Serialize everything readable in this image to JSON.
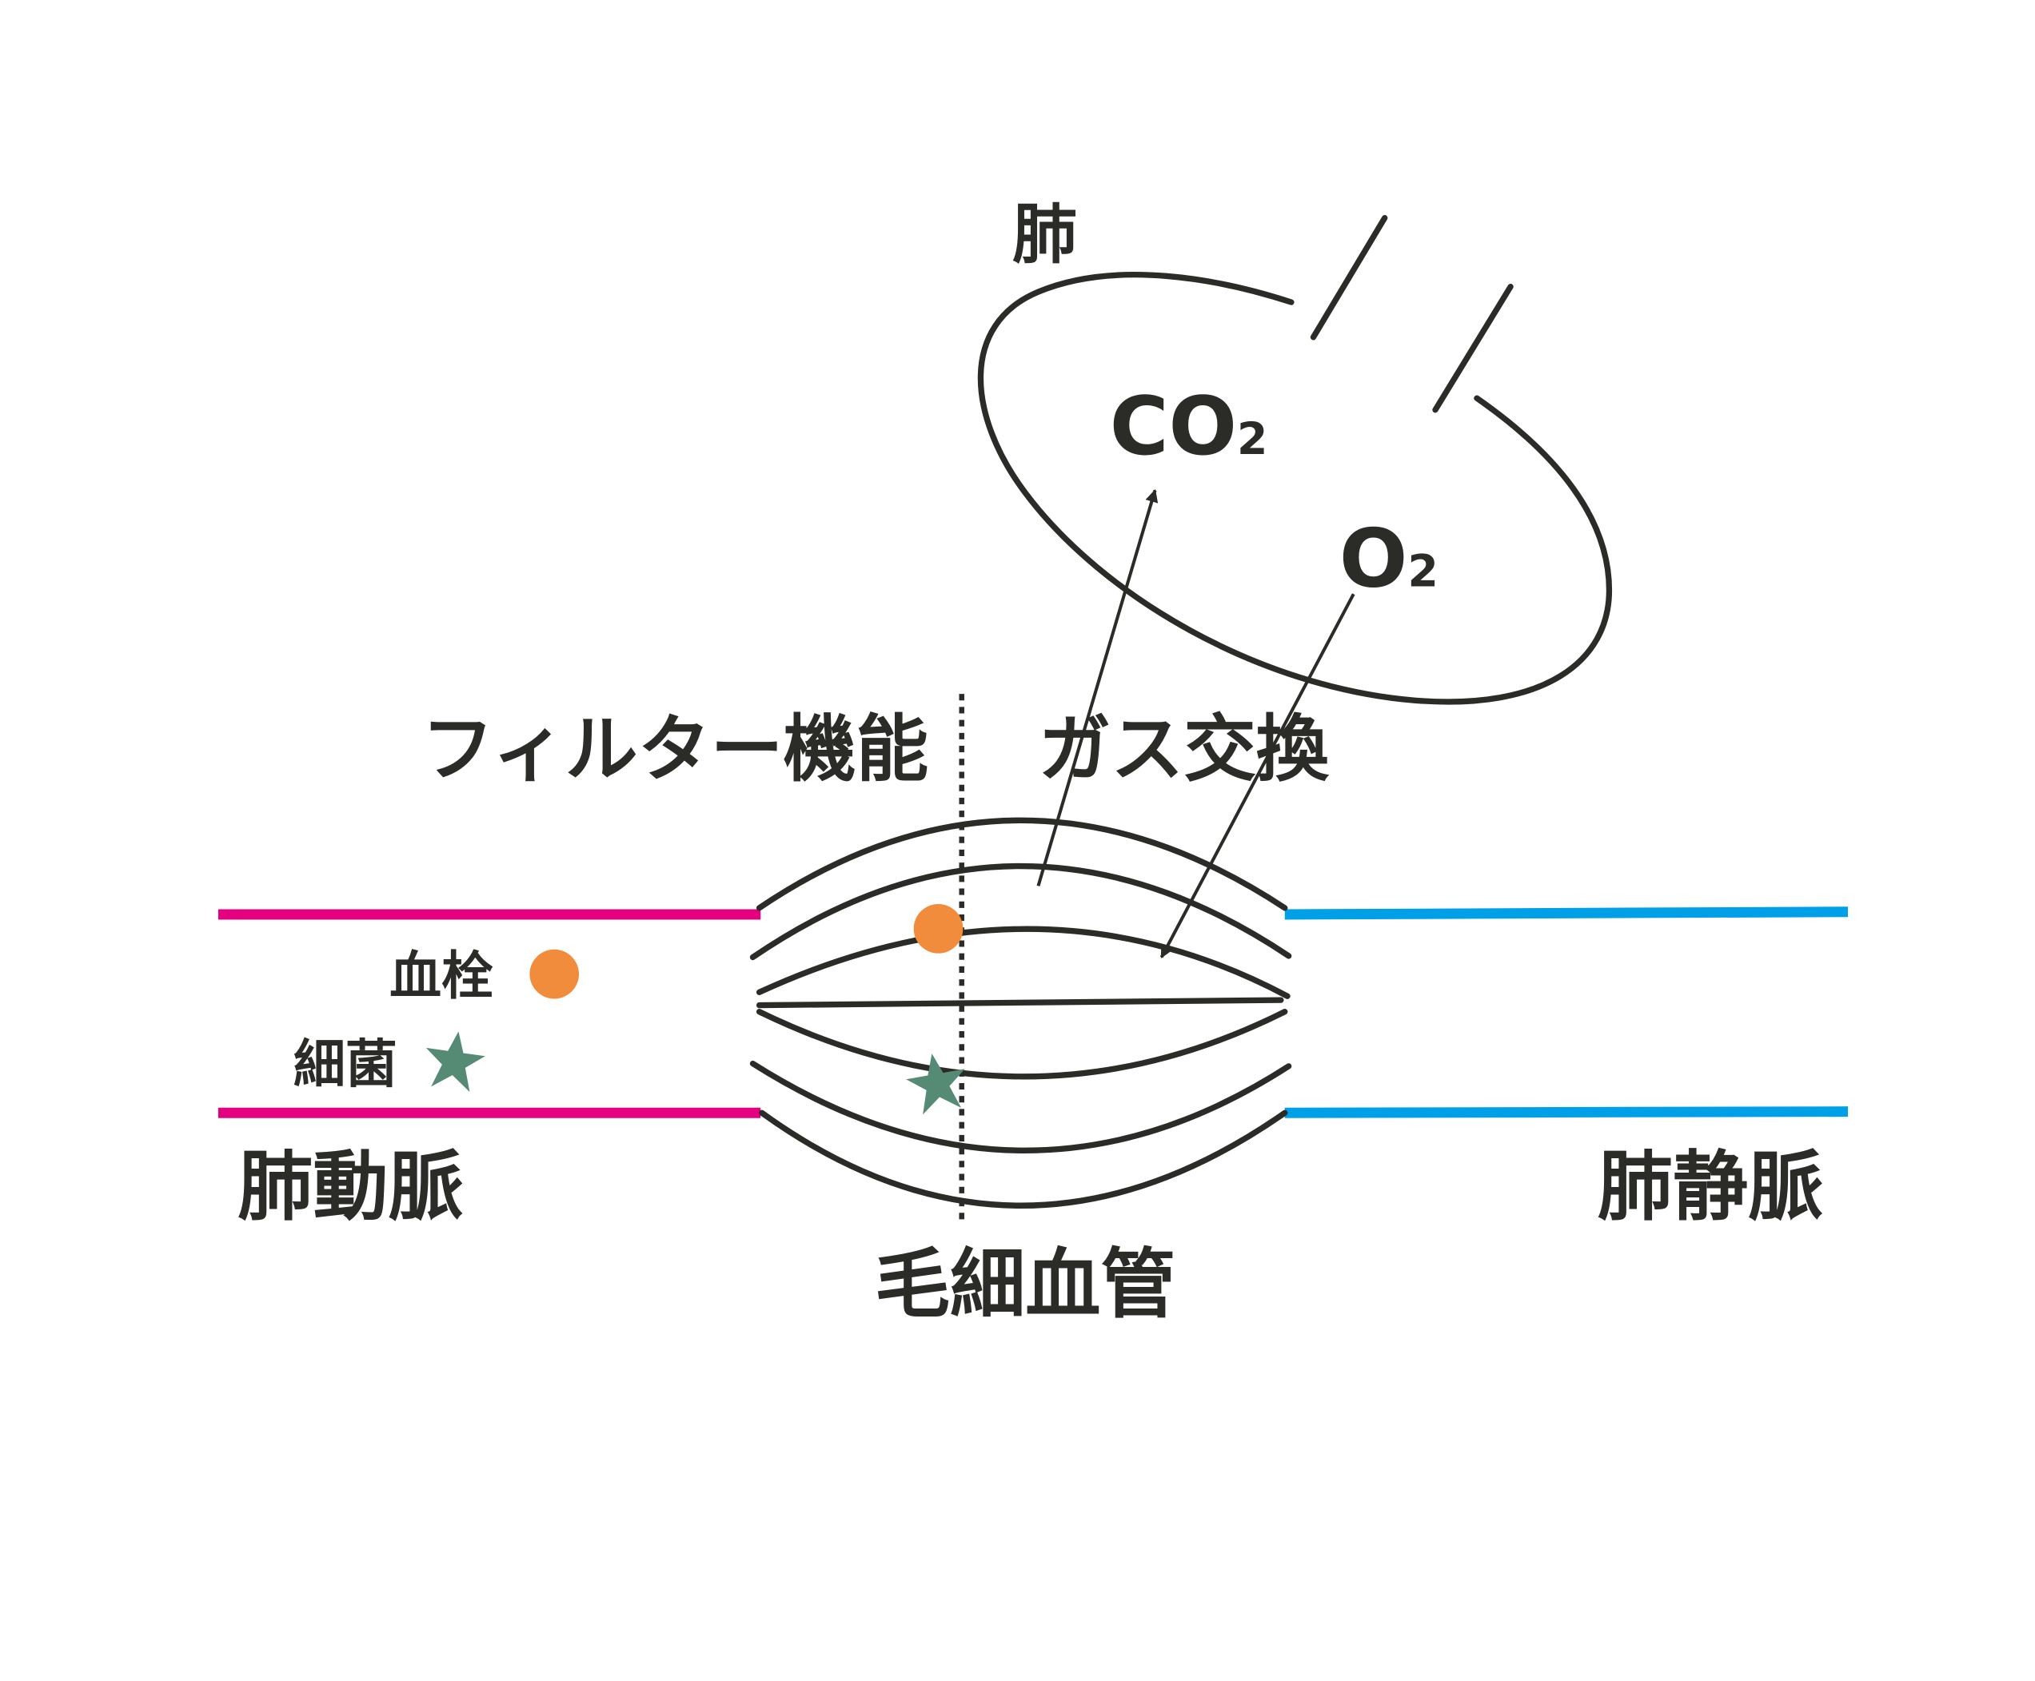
{
  "labels": {
    "lung": "肺",
    "co2": "CO",
    "co2_sub": "2",
    "o2": "O",
    "o2_sub": "2",
    "filter_function": "フィルター機能",
    "gas_exchange": "ガス交換",
    "thrombus": "血栓",
    "bacteria": "細菌",
    "pulmonary_artery": "肺動脈",
    "pulmonary_vein": "肺静脈",
    "capillary": "毛細血管"
  },
  "colors": {
    "artery": "#e4007f",
    "vein": "#00a0e9",
    "thrombus": "#f08c3c",
    "bacteria": "#558a74",
    "line": "#2b2b28"
  }
}
